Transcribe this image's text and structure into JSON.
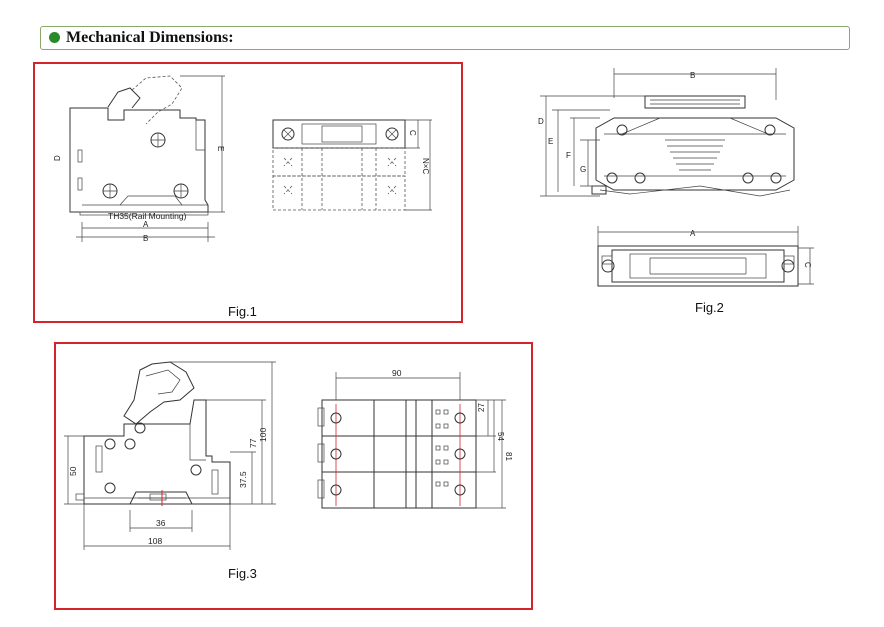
{
  "header": {
    "title": "Mechanical Dimensions:",
    "bullet_color": "#2a8a2a"
  },
  "fig1": {
    "caption": "Fig.1",
    "labels": {
      "rail": "TH35(Rail Mounting)",
      "a": "A",
      "b": "B",
      "d": "D",
      "e": "E",
      "c": "C",
      "nxc": "N×C"
    }
  },
  "fig2": {
    "caption": "Fig.2",
    "labels": {
      "a": "A",
      "b": "B",
      "c": "C",
      "d": "D",
      "e": "E",
      "f": "F",
      "g": "G"
    }
  },
  "fig3": {
    "caption": "Fig.3",
    "dims": {
      "w108": "108",
      "w36": "36",
      "h50": "50",
      "h37_5": "37.5",
      "h77": "77",
      "h100": "100",
      "w90": "90",
      "h27": "27",
      "h54": "54",
      "h81": "81"
    }
  },
  "colors": {
    "frame_red": "#d4232a",
    "header_border": "#8aa86a"
  }
}
